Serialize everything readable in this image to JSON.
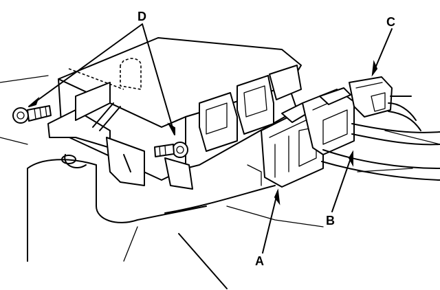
{
  "callouts": {
    "a": "A",
    "b": "B",
    "c": "C",
    "d": "D"
  },
  "icons": [
    "bolt-icon",
    "connector-icon",
    "arrow-icon"
  ],
  "colors": {
    "line": "#000000",
    "background": "#ffffff"
  }
}
